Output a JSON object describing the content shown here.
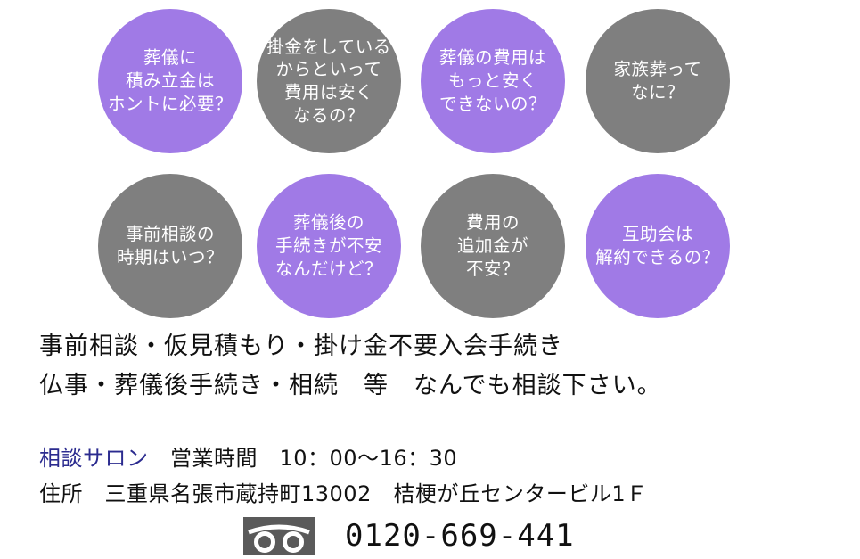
{
  "colors": {
    "purple": "#a07ae6",
    "gray": "#7f7f7f",
    "salon_blue": "#2b2b8f"
  },
  "bubbles": [
    {
      "color": "purple",
      "lines": [
        "葬儀に",
        "積み立金は",
        "ホントに必要？"
      ]
    },
    {
      "color": "gray",
      "lines": [
        "掛金をしている",
        "からといって",
        "費用は安く",
        "なるの？"
      ]
    },
    {
      "color": "purple",
      "lines": [
        "葬儀の費用は",
        "もっと安く",
        "できないの？"
      ]
    },
    {
      "color": "gray",
      "lines": [
        "家族葬って",
        "なに？"
      ]
    },
    {
      "color": "gray",
      "lines": [
        "事前相談の",
        "時期はいつ？"
      ]
    },
    {
      "color": "purple",
      "lines": [
        "葬儀後の",
        "手続きが不安",
        "なんだけど？"
      ]
    },
    {
      "color": "gray",
      "lines": [
        "費用の",
        "追加金が",
        "不安？"
      ]
    },
    {
      "color": "purple",
      "lines": [
        "互助会は",
        "解約できるの？"
      ]
    }
  ],
  "services": {
    "line1": "事前相談・仮見積もり・掛け金不要入会手続き",
    "line2": "仏事・葬儀後手続き・相続　等　なんでも相談下さい。"
  },
  "info": {
    "salon_name": "相談サロン",
    "hours": "　営業時間　10：00～16：30",
    "address": "住所　三重県名張市蔵持町13002　桔梗が丘センタービル1Ｆ"
  },
  "phone": {
    "icon": "freedial-icon",
    "number": "0120-669-441"
  }
}
